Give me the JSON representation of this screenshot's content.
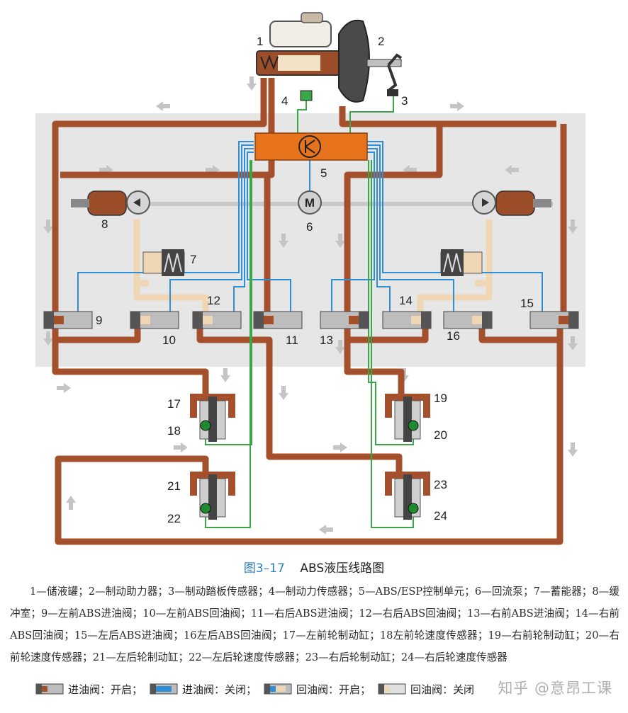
{
  "diagram": {
    "numbers": {
      "n1": "1",
      "n2": "2",
      "n3": "3",
      "n4": "4",
      "n5": "5",
      "n6": "6",
      "n7": "7",
      "n8": "8",
      "n9": "9",
      "n10": "10",
      "n11": "11",
      "n12": "12",
      "n13": "13",
      "n14": "14",
      "n15": "15",
      "n16": "16",
      "n17": "17",
      "n18": "18",
      "n19": "19",
      "n20": "20",
      "n21": "21",
      "n22": "22",
      "n23": "23",
      "n24": "24"
    },
    "motor_label": "M",
    "colors": {
      "brake_line": "#a4502c",
      "return_line": "#efd6b4",
      "signal_blue": "#2e8fd6",
      "signal_green": "#3aa648",
      "control_unit": "#e8731d",
      "background_panel": "#e6e6e6",
      "arrow": "#c4c4c4"
    }
  },
  "caption": {
    "figure": "图3–17",
    "title": "ABS液压线路图"
  },
  "legend_text": "1—储液罐；2—制动助力器；3—制动踏板传感器；4—制动力传感器；5—ABS/ESP控制单元；6—回流泵；7—蓄能器；8—缓冲室；9—左前ABS进油阀；10—左前ABS回油阀；11—右后ABS进油阀；12—右后ABS回油阀；13—右前ABS进油阀；14—右前ABS回油阀；15—左后ABS进油阀；16左后ABS回油阀；17—左前轮制动缸；18左前轮速度传感器；19—右前轮制动缸；20—右前轮速度传感器；21—左后轮制动缸；22—左后轮速度传感器；23—右后轮制动缸；24—右后轮速度传感器",
  "key": {
    "inlet_open": "进油阀：开启；",
    "inlet_closed": "进油阀：关闭；",
    "return_open": "回油阀：开启；",
    "return_closed": "回油阀：关闭"
  },
  "watermark": "知乎 @意昂工课"
}
